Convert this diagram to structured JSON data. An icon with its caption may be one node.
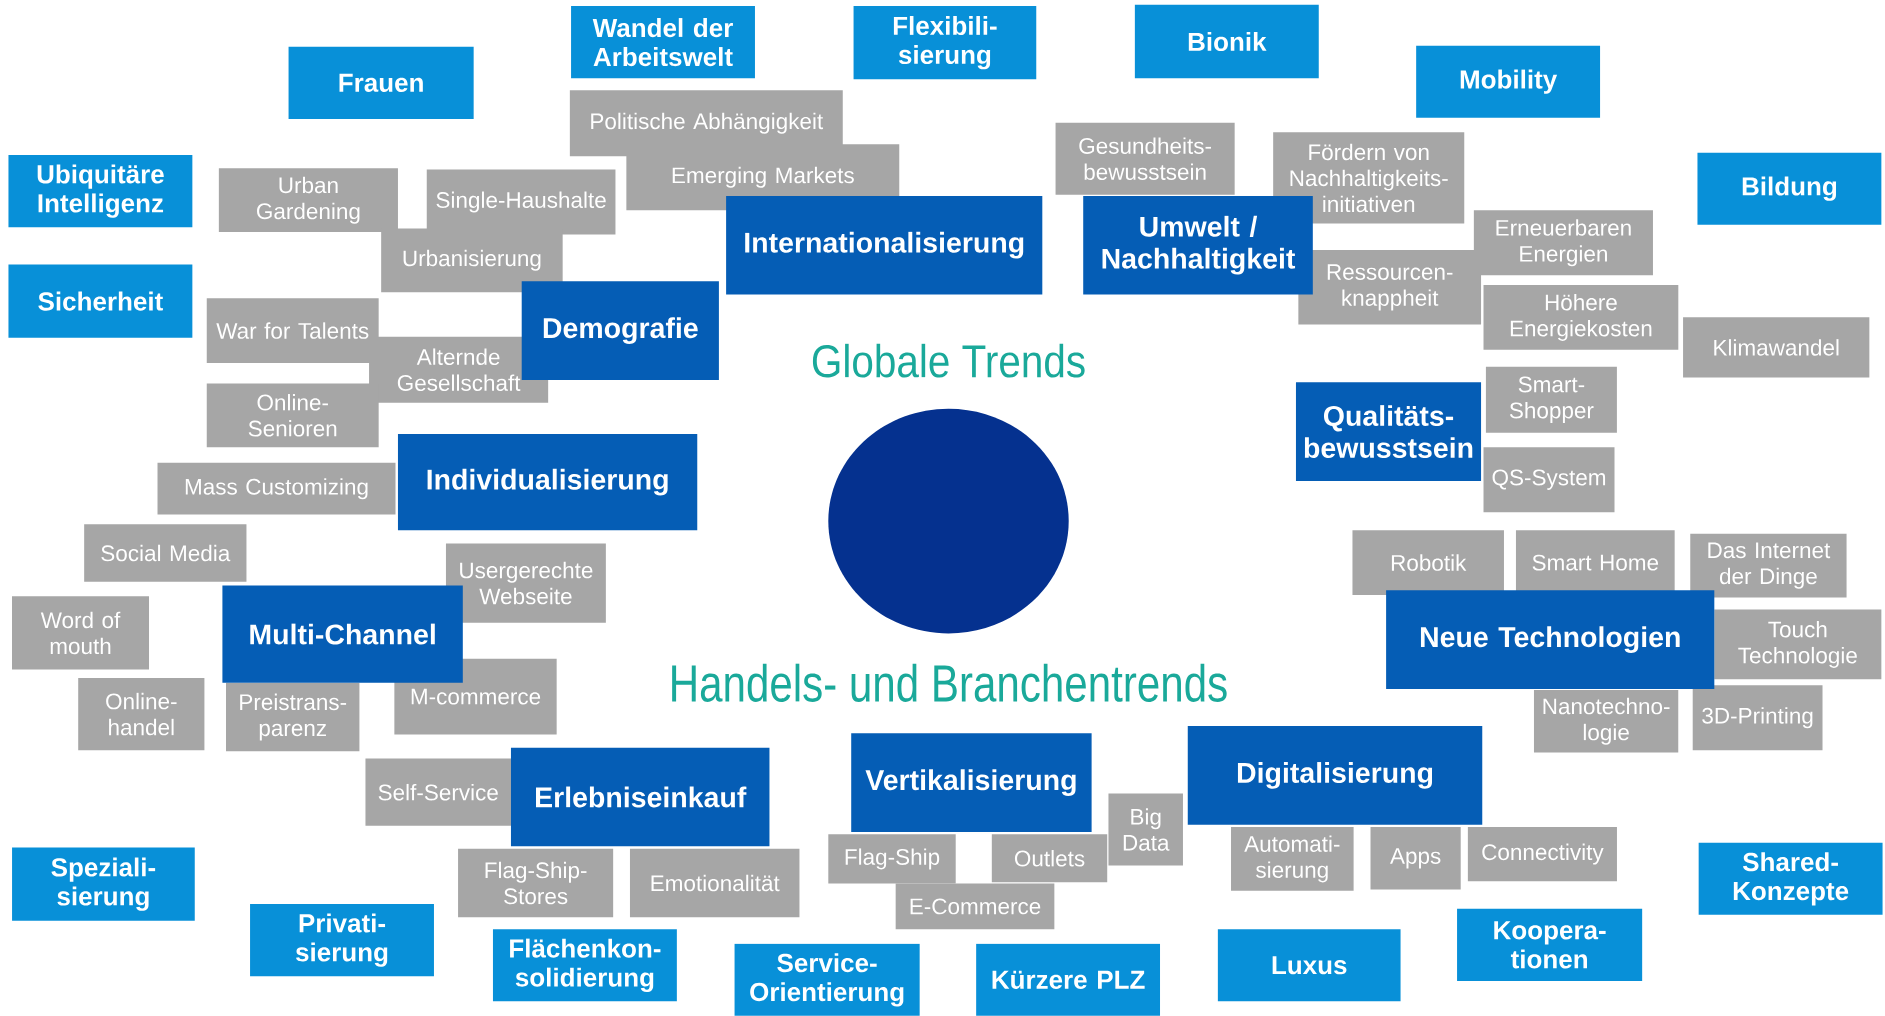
{
  "diagram": {
    "nodes": [
      {
        "text": [
          "Wandel der Arbeitswelt"
        ]
      },
      {
        "text": [
          "Flexibili- sierung"
        ]
      },
      {
        "text": [
          "Bionik"
        ]
      },
      {
        "text": [
          "Frauen"
        ]
      },
      {
        "text": [
          "Mobility"
        ]
      },
      {
        "text": [
          "Politische Abhängigkeit"
        ]
      },
      {
        "text": [
          "Gesundheits- bewusstsein"
        ]
      },
      {
        "text": [
          "Fördern von Nachhaltigkeits- initiativen"
        ]
      },
      {
        "text": [
          "Ubiquitäre Intelligenz"
        ]
      },
      {
        "text": [
          "Urban Gardening"
        ]
      },
      {
        "text": [
          "Single-Haushalte"
        ]
      },
      {
        "text": [
          "Emerging Markets"
        ]
      },
      {
        "text": [
          "Bildung"
        ]
      },
      {
        "text": [
          "Erneuerbaren Energien"
        ]
      },
      {
        "text": [
          "Internationalisierung"
        ]
      },
      {
        "text": [
          "Umwelt / Nachhaltigkeit"
        ]
      },
      {
        "text": [
          "Urbanisierung"
        ]
      },
      {
        "text": [
          "Ressourcen- knappheit"
        ]
      },
      {
        "text": [
          "Sicherheit"
        ]
      },
      {
        "text": [
          "Höhere Energiekosten"
        ]
      },
      {
        "text": [
          "War for Talents"
        ]
      },
      {
        "text": [
          "Demografie"
        ]
      },
      {
        "text": [
          "Klimawandel"
        ]
      },
      {
        "text": [
          "Alternde Gesellschaft"
        ]
      },
      {
        "text": [
          "Smart- Shopper"
        ]
      },
      {
        "text": [
          "Online- Senioren"
        ]
      },
      {
        "text": [
          "Qualitäts- bewusstsein"
        ]
      },
      {
        "text": [
          "Individualisierung"
        ]
      },
      {
        "text": [
          "Mass Customizing"
        ]
      },
      {
        "text": [
          "QS-System"
        ]
      },
      {
        "text": [],
        "shape": "circle"
      },
      {
        "text": [
          "Robotik"
        ]
      },
      {
        "text": [
          "Smart Home"
        ]
      },
      {
        "text": [
          "Das Internet der Dinge"
        ]
      },
      {
        "text": [
          "Usergerechte Webseite"
        ]
      },
      {
        "text": [
          "Social Media"
        ]
      },
      {
        "text": [
          "Word of mouth"
        ]
      },
      {
        "text": [
          "Multi-Channel"
        ]
      },
      {
        "text": [
          "Neue Technologien"
        ]
      },
      {
        "text": [
          "Touch Technologie"
        ]
      },
      {
        "text": [
          "Online- handel"
        ]
      },
      {
        "text": [
          "Preistrans- parenz"
        ]
      },
      {
        "text": [
          "M-commerce"
        ]
      },
      {
        "text": [
          "Nanotechno- logie"
        ]
      },
      {
        "text": [
          "3D-Printing"
        ]
      },
      {
        "text": [
          "Digitalisierung"
        ]
      },
      {
        "text": [
          "Vertikalisierung"
        ]
      },
      {
        "text": [
          "Erlebniseinkauf"
        ]
      },
      {
        "text": [
          "Self-Service"
        ]
      },
      {
        "text": [
          "Big Data"
        ]
      },
      {
        "text": [
          "Automati- sierung"
        ]
      },
      {
        "text": [
          "Apps"
        ]
      },
      {
        "text": [
          "Connectivity"
        ]
      },
      {
        "text": [
          "Flag-Ship"
        ]
      },
      {
        "text": [
          "Outlets"
        ]
      },
      {
        "text": [
          "Flag-Ship- Stores"
        ]
      },
      {
        "text": [
          "Emotionalität"
        ]
      },
      {
        "text": [
          "Speziali- sierung"
        ]
      },
      {
        "text": [
          "Shared- Konzepte"
        ]
      },
      {
        "text": [
          "E-Commerce"
        ]
      },
      {
        "text": [
          "Privati- sierung"
        ]
      },
      {
        "text": [
          "Koopera- tionen"
        ]
      },
      {
        "text": [
          "Flächenkon- solidierung"
        ]
      },
      {
        "text": [
          "Service- Orientierung"
        ]
      },
      {
        "text": [
          "Kürzere PLZ"
        ]
      },
      {
        "text": [
          "Luxus"
        ]
      }
    ],
    "labels": [
      "Globale Trends",
      "Handels- und Branchentrends"
    ]
  }
}
